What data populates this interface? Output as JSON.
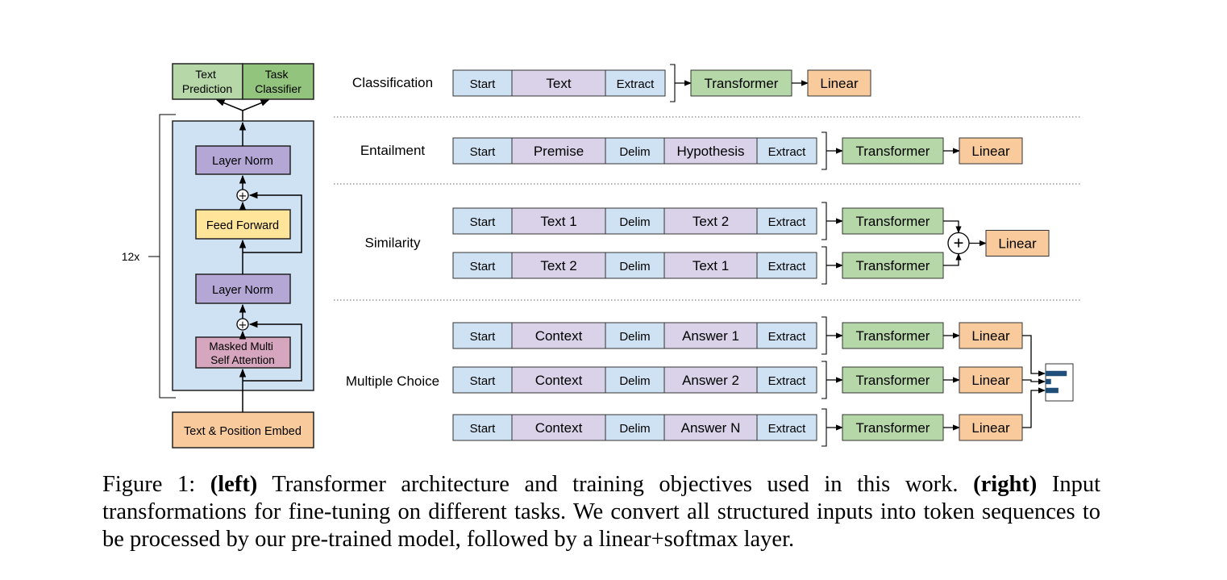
{
  "colors": {
    "stack_bg": "#cfe2f3",
    "token_blue": "#cfe2f3",
    "token_purple": "#d9d2e9",
    "layer_norm": "#b4a7d6",
    "feed_forward": "#ffe599",
    "attention": "#d5a6bd",
    "embed": "#f9cb9c",
    "head_text": "#b6d7a8",
    "head_task": "#93c47d",
    "transformer": "#b6d7a8",
    "linear": "#f9cb9c",
    "softmax_bar": "#1f4e79"
  },
  "left": {
    "heads": [
      "Text\nPrediction",
      "Task\nClassifier"
    ],
    "layer_norm_top": "Layer Norm",
    "feed_forward": "Feed Forward",
    "layer_norm_bottom": "Layer Norm",
    "attention": "Masked Multi\nSelf Attention",
    "embed": "Text & Position Embed",
    "repeat": "12x"
  },
  "tasks": [
    {
      "name": "Classification",
      "rows": [
        {
          "tokens": [
            "Start",
            "Text",
            "Extract"
          ],
          "model": "Transformer",
          "head": "Linear"
        }
      ]
    },
    {
      "name": "Entailment",
      "rows": [
        {
          "tokens": [
            "Start",
            "Premise",
            "Delim",
            "Hypothesis",
            "Extract"
          ],
          "model": "Transformer",
          "head": "Linear"
        }
      ]
    },
    {
      "name": "Similarity",
      "rows": [
        {
          "tokens": [
            "Start",
            "Text 1",
            "Delim",
            "Text 2",
            "Extract"
          ],
          "model": "Transformer"
        },
        {
          "tokens": [
            "Start",
            "Text 2",
            "Delim",
            "Text 1",
            "Extract"
          ],
          "model": "Transformer"
        }
      ],
      "merge_head": "Linear"
    },
    {
      "name": "Multiple Choice",
      "rows": [
        {
          "tokens": [
            "Start",
            "Context",
            "Delim",
            "Answer 1",
            "Extract"
          ],
          "model": "Transformer",
          "head": "Linear"
        },
        {
          "tokens": [
            "Start",
            "Context",
            "Delim",
            "Answer 2",
            "Extract"
          ],
          "model": "Transformer",
          "head": "Linear"
        },
        {
          "tokens": [
            "Start",
            "Context",
            "Delim",
            "Answer N",
            "Extract"
          ],
          "model": "Transformer",
          "head": "Linear"
        }
      ],
      "softmax_bars": [
        1.0,
        0.25,
        0.6
      ]
    }
  ],
  "caption": {
    "label": "Figure 1:",
    "left_tag": "(left)",
    "part1": "Transformer architecture and training objectives used in this work.",
    "right_tag": "(right)",
    "part2": "Input transformations for fine-tuning on different tasks.  We convert all structured inputs into token sequences to be processed by our pre-trained model, followed by a linear+softmax layer."
  }
}
